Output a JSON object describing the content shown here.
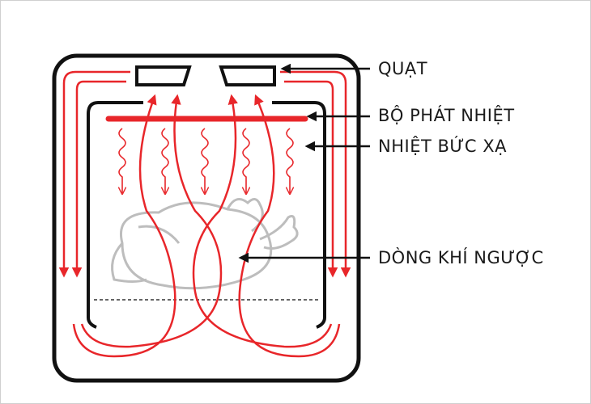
{
  "labels": {
    "fan": "QUẠT",
    "heater": "BỘ PHÁT NHIỆT",
    "radiant_heat": "NHIỆT BỨC XẠ",
    "reverse_airflow": "DÒNG KHÍ NGƯỢC"
  },
  "colors": {
    "flow": "#e8262a",
    "outline": "#111111",
    "chicken": "#bdbdbd"
  }
}
